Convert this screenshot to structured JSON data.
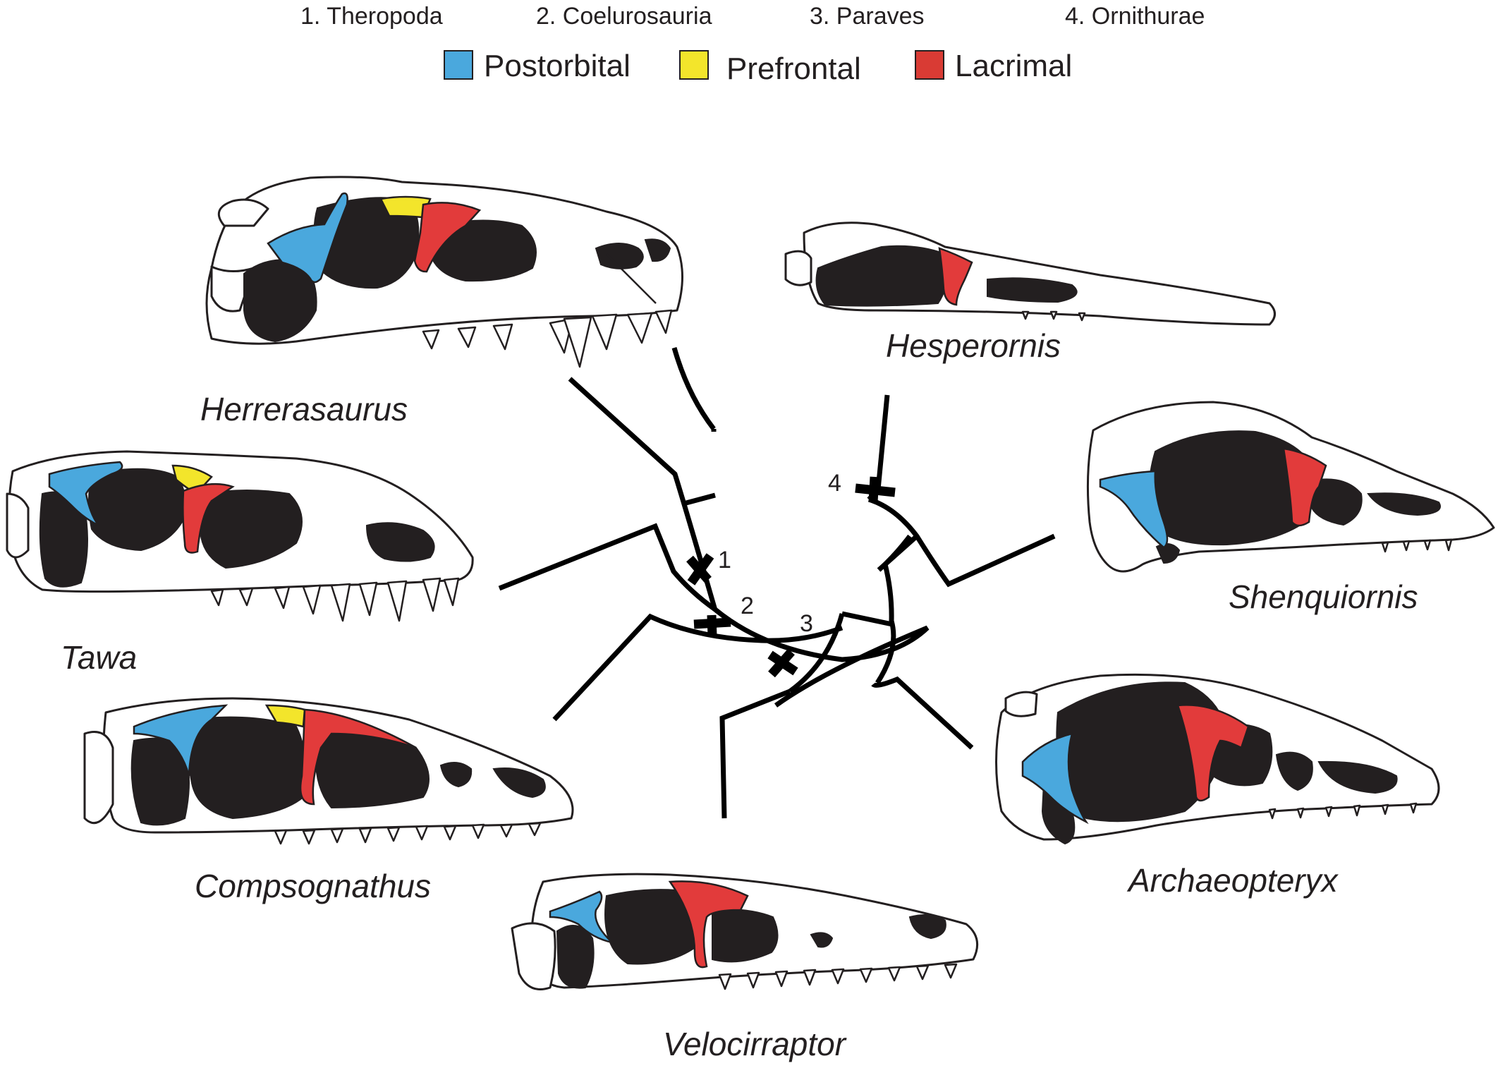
{
  "clades": [
    {
      "number": "1",
      "label": "1. Theropoda"
    },
    {
      "number": "2",
      "label": "2. Coelurosauria"
    },
    {
      "number": "3",
      "label": "3. Paraves"
    },
    {
      "number": "4",
      "label": "4. Ornithurae"
    }
  ],
  "legend": [
    {
      "label": "Postorbital",
      "color": "#4aa8dd"
    },
    {
      "label": "Prefrontal",
      "color": "#f3e52b"
    },
    {
      "label": "Lacrimal",
      "color": "#e23b3b"
    }
  ],
  "taxa": {
    "herrerasaurus": "Herrerasaurus",
    "tawa": "Tawa",
    "compsognathus": "Compsognathus",
    "velociraptor": "Velocirraptor",
    "hesperornis": "Hesperornis",
    "shenquiornis": "Shenquiornis",
    "archaeopteryx": "Archaeopteryx"
  },
  "colors": {
    "postorbital": "#4aa8dd",
    "prefrontal": "#f3e52b",
    "lacrimal": "#e23b3b",
    "opening": "#231f20"
  }
}
